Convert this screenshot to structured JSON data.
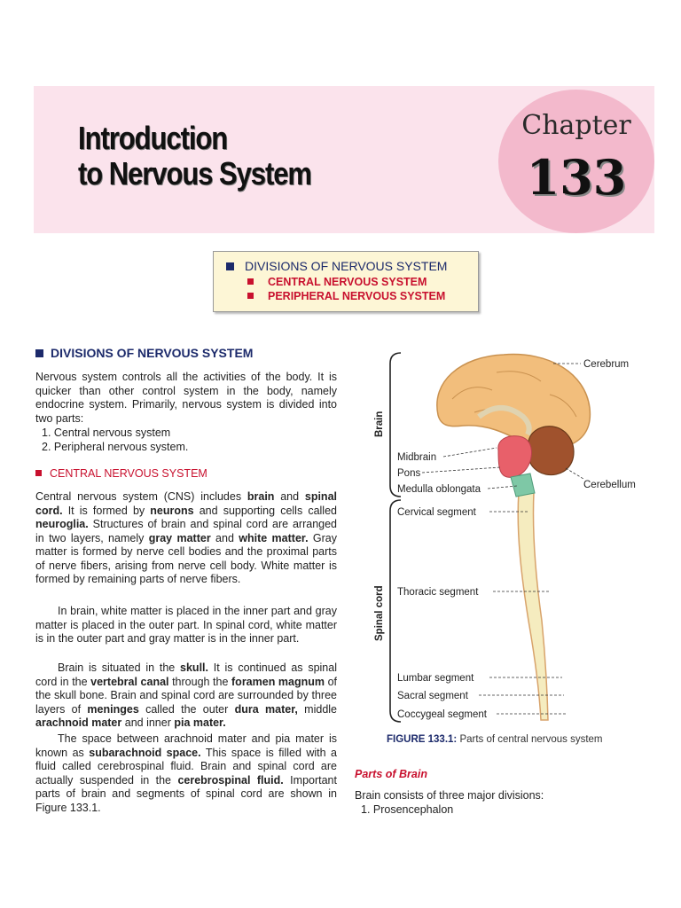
{
  "header": {
    "title_line1": "Introduction",
    "title_line2": "to Nervous System",
    "chapter_word": "Chapter",
    "chapter_number": "133"
  },
  "toc": {
    "main": "DIVISIONS OF NERVOUS SYSTEM",
    "items": [
      "CENTRAL NERVOUS SYSTEM",
      "PERIPHERAL NERVOUS SYSTEM"
    ]
  },
  "section1": {
    "heading": "DIVISIONS OF NERVOUS SYSTEM",
    "paragraph": "Nervous system controls all the activities of the body. It is quicker than other control system in the body, namely endocrine system. Primarily, nervous system is divided into two parts:",
    "list": [
      "1.  Central nervous system",
      "2.  Peripheral nervous system."
    ]
  },
  "section2": {
    "heading": "CENTRAL NERVOUS SYSTEM",
    "p1": {
      "t1": "Central nervous system (CNS) includes ",
      "b1": "brain",
      "t2": " and ",
      "b2": "spinal cord.",
      "t3": " It is formed by ",
      "b3": "neurons",
      "t4": " and supporting cells called ",
      "b4": "neuroglia.",
      "t5": " Structures of brain and spinal cord are arranged in two layers, namely ",
      "b5": "gray matter",
      "t6": " and ",
      "b6": "white matter.",
      "t7": " Gray matter is formed by nerve cell bodies and the proximal parts of nerve fibers, arising from nerve cell body. White matter is formed by remaining parts of nerve fibers."
    },
    "p2": "In brain, white matter is placed in the inner part and gray matter is placed in the outer part. In spinal cord, white matter is in the outer part and gray matter is in the inner part.",
    "p3": {
      "t1": "Brain is situated in the ",
      "b1": "skull.",
      "t2": " It is continued as spinal cord in the ",
      "b2": "vertebral canal",
      "t3": " through the ",
      "b3": "foramen magnum",
      "t4": " of the skull bone. Brain and spinal cord are surrounded by three layers of ",
      "b4": "meninges",
      "t5": " called the outer ",
      "b5": "dura mater,",
      "t6": " middle ",
      "b6": "arachnoid mater",
      "t7": " and inner ",
      "b7": "pia mater."
    },
    "p4": {
      "t1": "The space between arachnoid mater and pia mater is known as ",
      "b1": "subarachnoid space.",
      "t2": " This space is filled with a fluid called cerebrospinal fluid. Brain and spinal cord are actually suspended in the ",
      "b2": "cerebrospinal fluid.",
      "t3": " Important parts of brain and segments of spinal cord are shown in Figure 133.1."
    }
  },
  "figure": {
    "labels": {
      "cerebrum": "Cerebrum",
      "brain": "Brain",
      "midbrain": "Midbrain",
      "pons": "Pons",
      "medulla": "Medulla oblongata",
      "cerebellum": "Cerebellum",
      "spinal_cord": "Spinal cord",
      "cervical": "Cervical segment",
      "thoracic": "Thoracic segment",
      "lumbar": "Lumbar segment",
      "sacral": "Sacral segment",
      "coccygeal": "Coccygeal segment"
    },
    "caption_label": "FIGURE 133.1:",
    "caption_text": " Parts of central nervous system",
    "colors": {
      "cerebrum": "#f2be7c",
      "cerebellum": "#a0522d",
      "pons": "#e8606a",
      "medulla": "#7ec8a6",
      "cord": "#f5ecbf",
      "cord_outline": "#d8a36b"
    }
  },
  "parts": {
    "heading": "Parts of Brain",
    "paragraph": "Brain consists of three major divisions:",
    "item1": "1.  Prosencephalon"
  }
}
